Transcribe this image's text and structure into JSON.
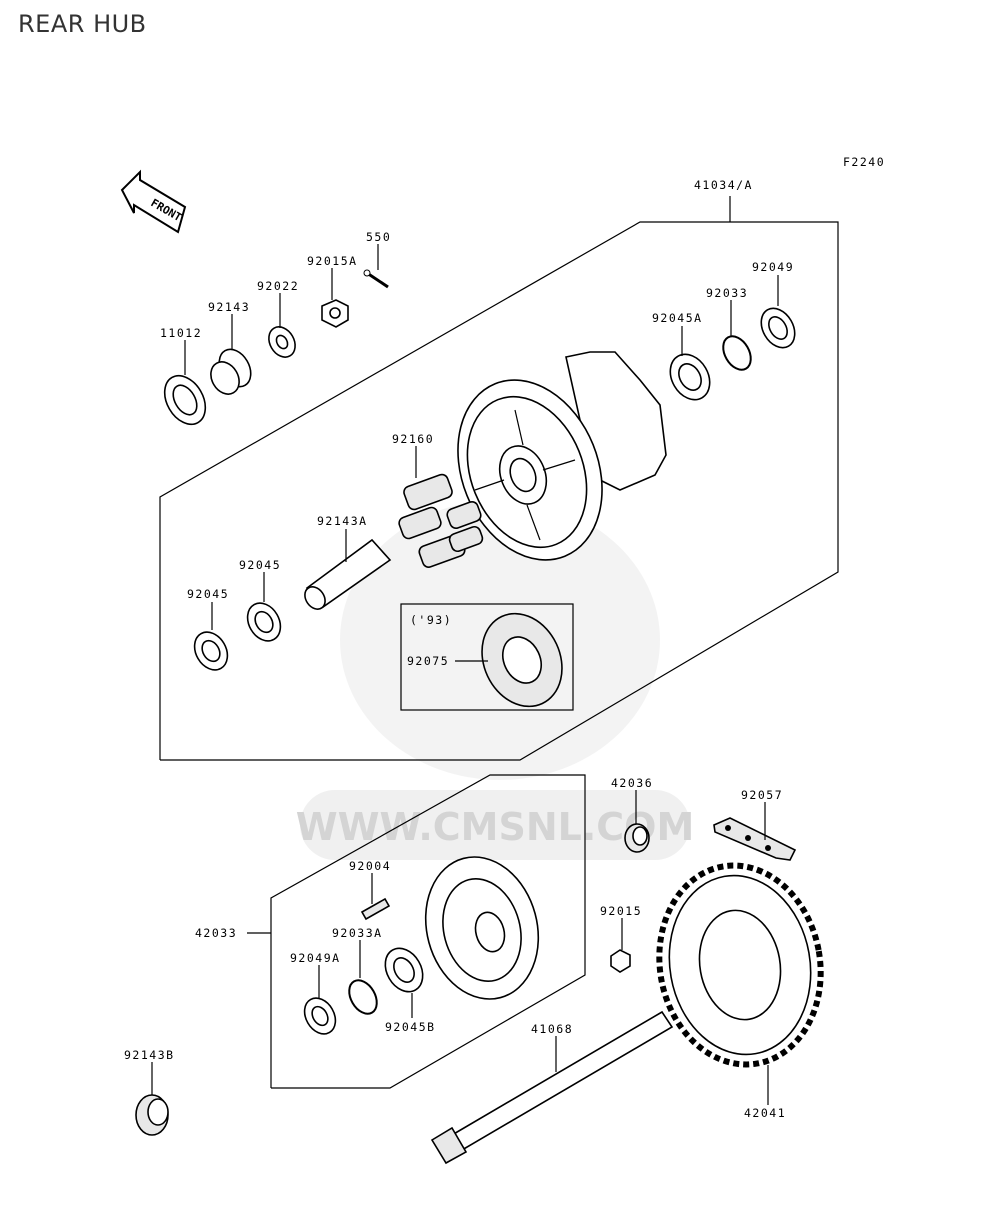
{
  "page": {
    "title": "REAR HUB"
  },
  "diagram": {
    "figure_code": "F2240",
    "watermark": "WWW.CMSNL.COM",
    "front_arrow": "FRONT",
    "year_note": "('93)",
    "labels": {
      "l41034A": "41034/A",
      "l550": "550",
      "l92015A": "92015A",
      "l92022": "92022",
      "l92143": "92143",
      "l11012": "11012",
      "l92049": "92049",
      "l92033": "92033",
      "l92045A": "92045A",
      "l92160": "92160",
      "l92143A": "92143A",
      "l92045_1": "92045",
      "l92045_2": "92045",
      "l92075": "92075",
      "l42036": "42036",
      "l92057": "92057",
      "l92004": "92004",
      "l42033": "42033",
      "l92033A": "92033A",
      "l92049A": "92049A",
      "l92045B": "92045B",
      "l92015": "92015",
      "l41068": "41068",
      "l92143B": "92143B",
      "l42041": "42041"
    }
  }
}
